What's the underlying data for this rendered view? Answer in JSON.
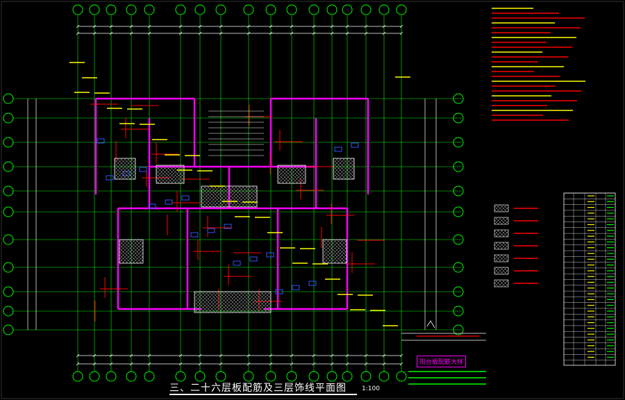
{
  "drawing": {
    "title": "三、二十六层板配筋及三层饰线平面图",
    "scale": "1:100",
    "detail_title": "阳台板配筋大样"
  },
  "colors": {
    "background": "#000000",
    "grid": "#00ff00",
    "axis": "#ffffff",
    "wall": "#ff00ff",
    "rebar": "#ff0000",
    "annotation": "#ffff00",
    "dimension": "#00ffff",
    "blue": "#3355ff"
  },
  "icons": {
    "axis_bubble": "circle-icon",
    "section_mark": "section-symbol-icon"
  }
}
